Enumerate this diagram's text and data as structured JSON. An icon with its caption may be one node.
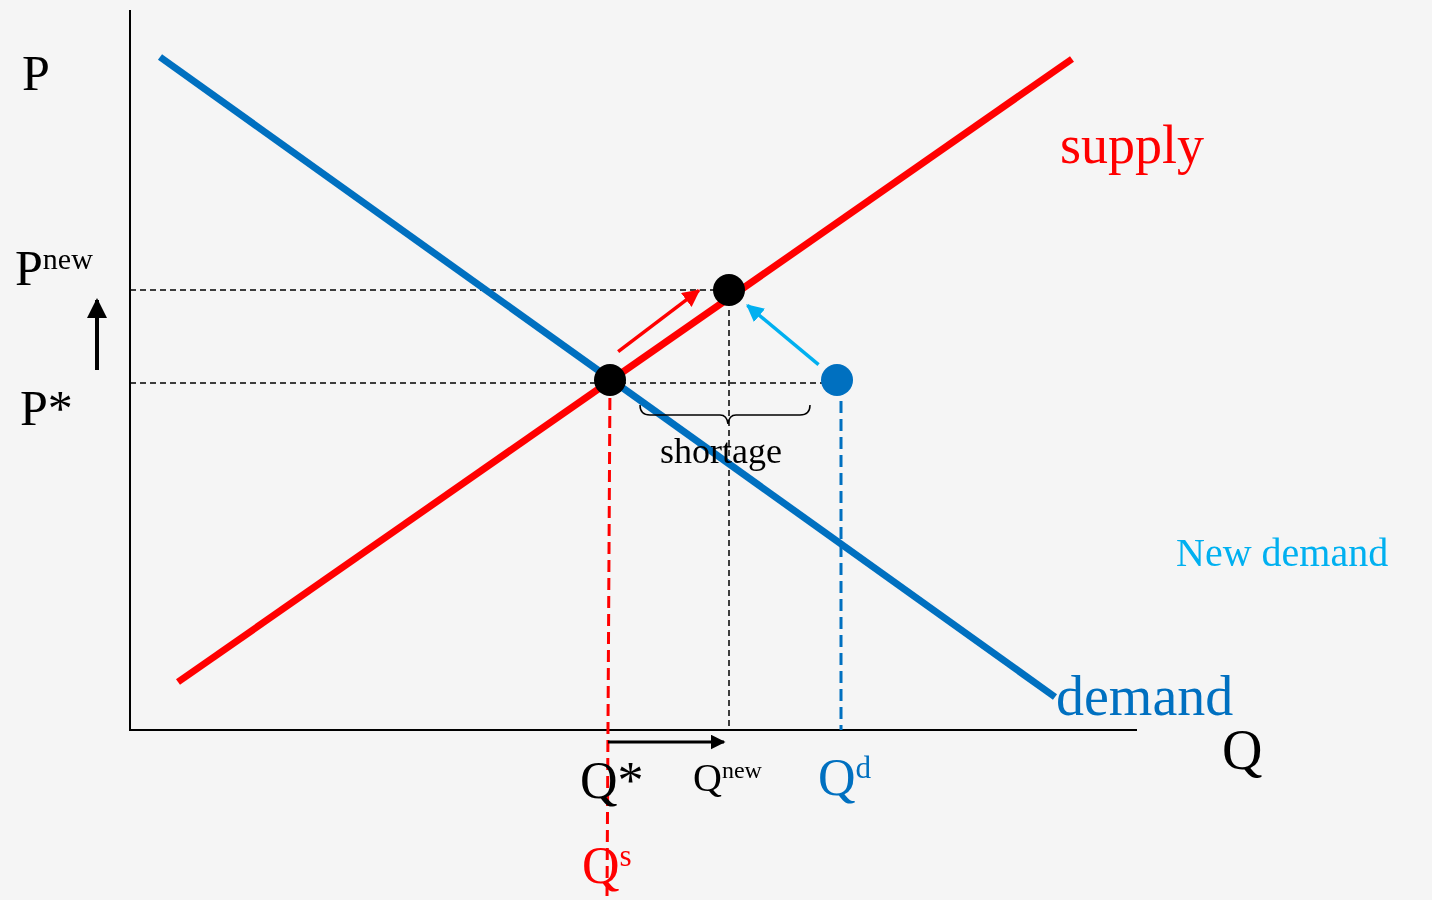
{
  "diagram": {
    "nodes": [
      {
        "text": [],
        "shape": "circle"
      },
      {
        "text": [],
        "shape": "circle"
      },
      {
        "text": [],
        "shape": "circle"
      }
    ],
    "edges": [
      {
        "from": 0,
        "to": 1,
        "arrow": "to",
        "color": "#ff0000"
      },
      {
        "from": 2,
        "to": 1,
        "arrow": "to",
        "color": "#00b0f0"
      }
    ],
    "labels": [
      "P",
      "supply",
      "P$^{new}$",
      "P*",
      "shortage",
      "New demand",
      "demand",
      "Q",
      "Q*",
      "Q$^{new}$",
      "Q$^{d}$",
      "Q$^{s}$"
    ]
  }
}
